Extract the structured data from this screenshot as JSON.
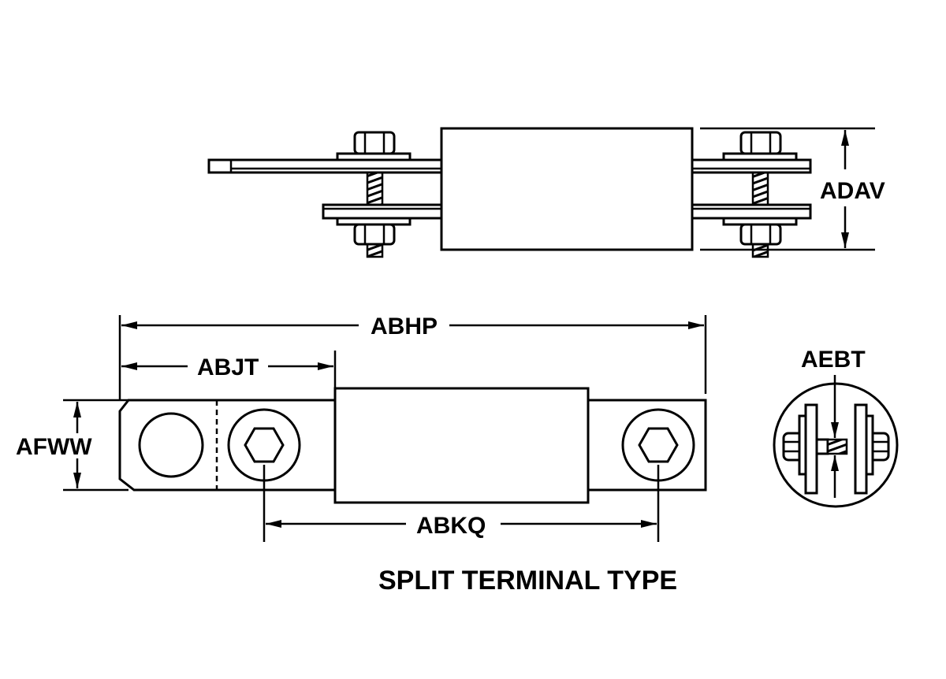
{
  "title": "SPLIT TERMINAL TYPE",
  "dimensions": {
    "height": "ADAV",
    "overall_length": "ABHP",
    "terminal_length": "ABJT",
    "width": "AFWW",
    "hole_spacing": "ABKQ",
    "gap": "AEBT"
  }
}
